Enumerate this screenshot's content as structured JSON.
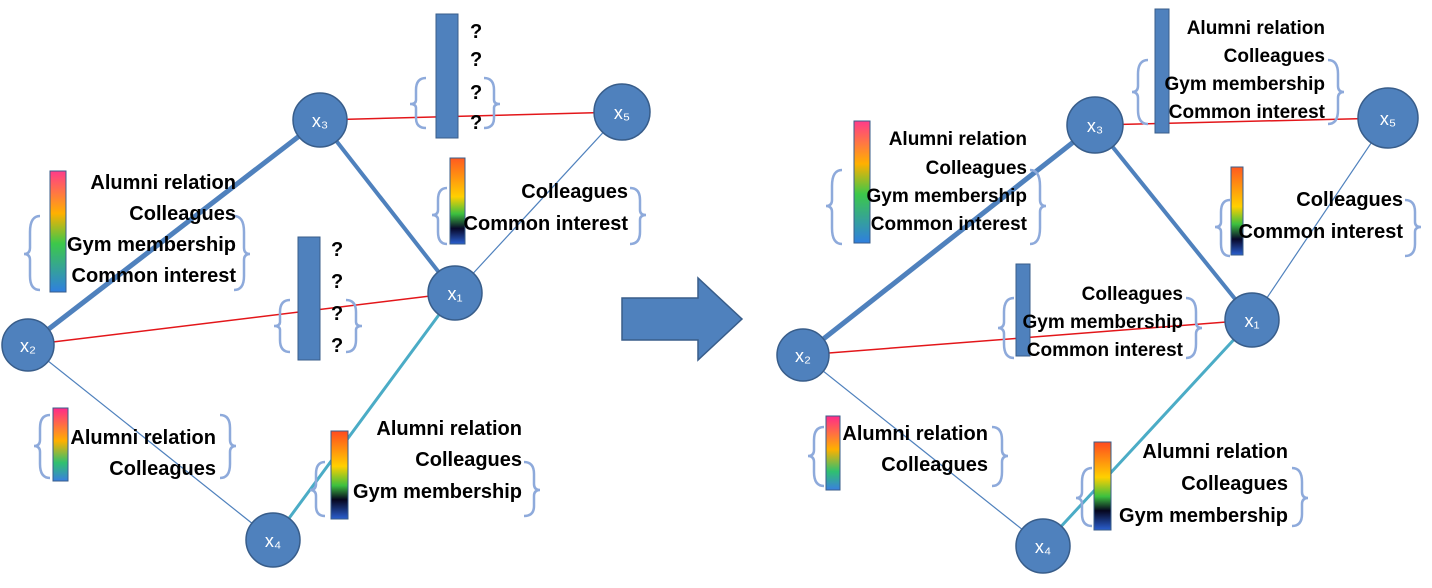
{
  "nodes": {
    "x1": "x₁",
    "x2": "x₂",
    "x3": "x₃",
    "x4": "x₄",
    "x5": "x₅"
  },
  "relations": {
    "alumni": "Alumni relation",
    "colleagues": "Colleagues",
    "gym": "Gym membership",
    "common": "Common interest",
    "unknown": "?"
  },
  "colors": {
    "node_fill": "#4f81bd",
    "node_stroke": "#385d8a",
    "known_edge": "#4f81bd",
    "unknown_edge": "#e3161a",
    "teal_edge": "#4bacc6",
    "brace": "#8eaadb",
    "arrow": "#4f81bd"
  }
}
